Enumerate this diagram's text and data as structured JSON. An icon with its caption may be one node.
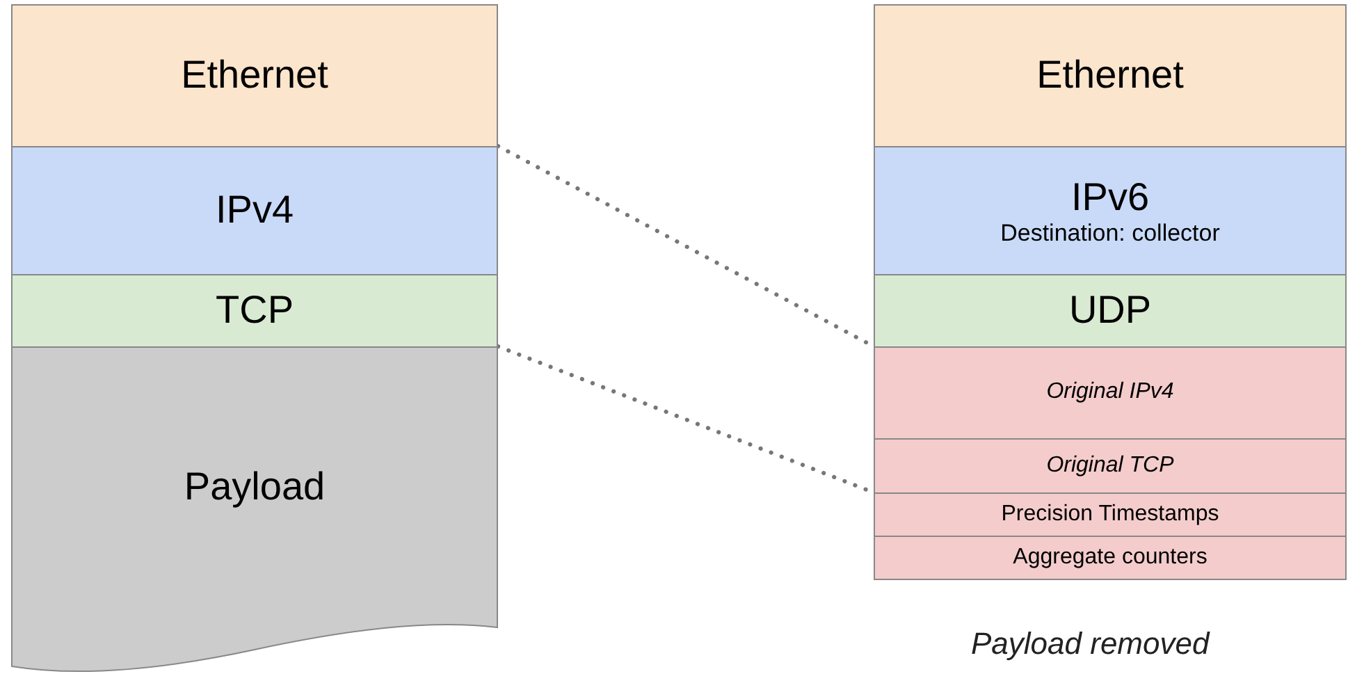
{
  "diagram": {
    "nodes": [
      {
        "text": [
          "Ethernet"
        ]
      },
      {
        "text": [
          "IPv4"
        ]
      },
      {
        "text": [
          "TCP"
        ]
      },
      {
        "text": [
          "Payload"
        ]
      },
      {
        "text": [
          "Ethernet"
        ]
      },
      {
        "text": [
          "IPv6",
          "Destination: collector"
        ]
      },
      {
        "text": [
          "UDP"
        ]
      },
      {
        "text": [
          "Original IPv4"
        ]
      },
      {
        "text": [
          "Original TCP"
        ]
      },
      {
        "text": [
          "Precision Timestamps"
        ]
      },
      {
        "text": [
          "Aggregate counters"
        ]
      }
    ],
    "edges": [
      {
        "from": 1,
        "to": 7,
        "arrow": "none",
        "style": "dashed"
      },
      {
        "from": 2,
        "to": 8,
        "arrow": "none",
        "style": "dashed"
      }
    ],
    "labels": [
      "Payload removed"
    ]
  }
}
